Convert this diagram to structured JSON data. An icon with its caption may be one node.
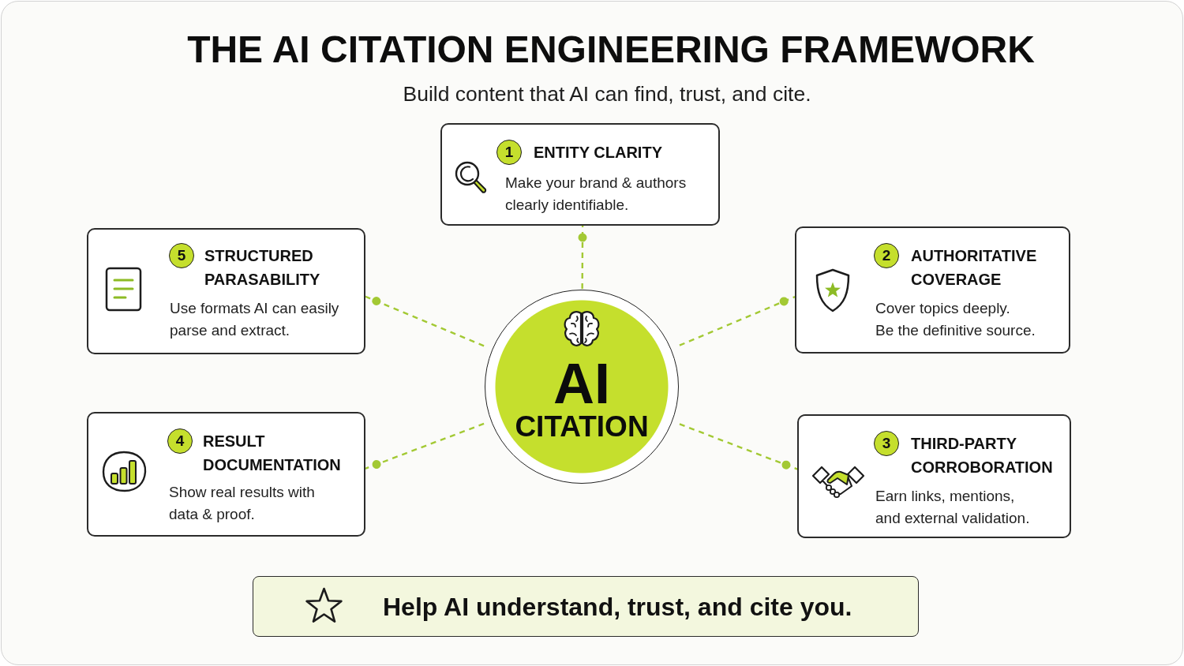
{
  "diagram": {
    "title": "THE AI CITATION ENGINEERING FRAMEWORK",
    "nodes": [
      {
        "text": [
          "1",
          "ENTITY CLARITY",
          "Make your brand & authors clearly identifiable."
        ]
      },
      {
        "text": [
          "5",
          "STRUCTURED PARASABILITY",
          "Use formats AI can easily parse and extract."
        ]
      },
      {
        "text": [
          "2",
          "AUTHORITATIVE COVERAGE",
          "Cover topics deeply.",
          "Be the definitive source."
        ]
      },
      {
        "text": [
          "AI",
          "CITATION"
        ]
      },
      {
        "text": [
          "4",
          "RESULT DOCUMENTATION",
          "Show real results with data & proof."
        ]
      },
      {
        "text": [
          "3",
          "THIRD-PARTY CORROBORATION",
          "Earn links, mentions, and external validation."
        ]
      },
      {
        "text": [
          "Help AI understand, trust, and cite you."
        ]
      }
    ],
    "edges": [
      {
        "from": 3,
        "to": 0,
        "arrow": "other",
        "style": "dashed"
      },
      {
        "from": 3,
        "to": 1,
        "arrow": "other",
        "style": "dashed"
      },
      {
        "from": 3,
        "to": 2,
        "arrow": "other",
        "style": "dashed"
      },
      {
        "from": 3,
        "to": 4,
        "arrow": "other",
        "style": "dashed"
      },
      {
        "from": 3,
        "to": 5,
        "arrow": "other",
        "style": "dashed"
      }
    ],
    "labels": [
      "Build content that AI can find, trust, and cite."
    ]
  }
}
